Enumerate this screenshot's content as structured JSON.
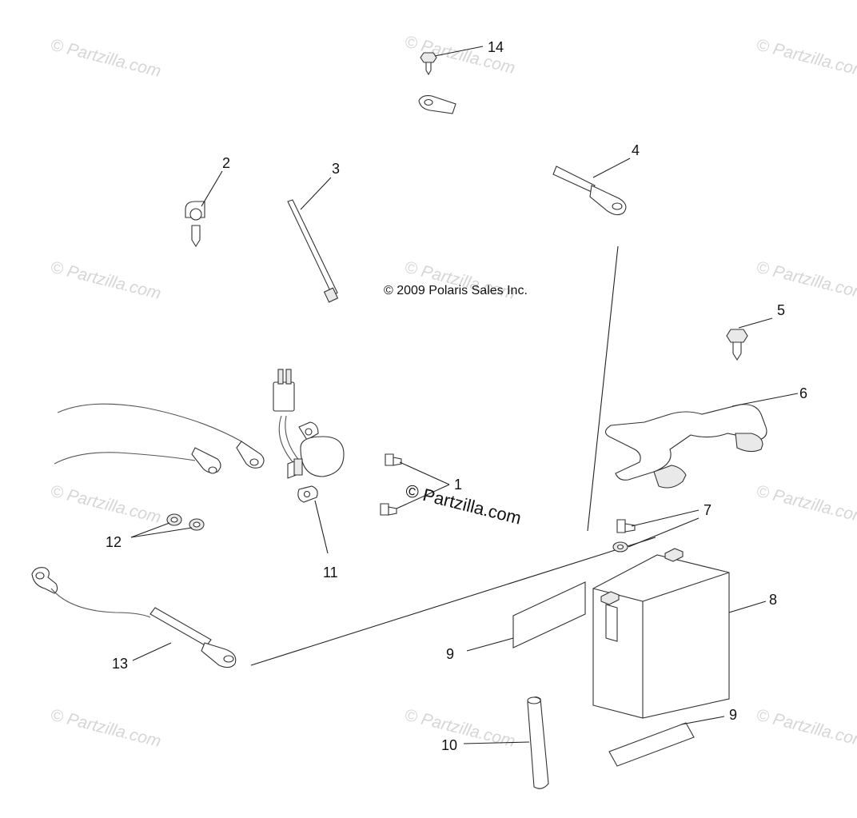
{
  "diagram": {
    "copyright": "© 2009 Polaris Sales Inc.",
    "brand_watermark": "© Partzilla.com",
    "watermark_text": "© Partzilla.com",
    "callouts": [
      "1",
      "2",
      "3",
      "4",
      "5",
      "6",
      "7",
      "8",
      "9",
      "9",
      "10",
      "11",
      "12",
      "13",
      "14"
    ]
  }
}
